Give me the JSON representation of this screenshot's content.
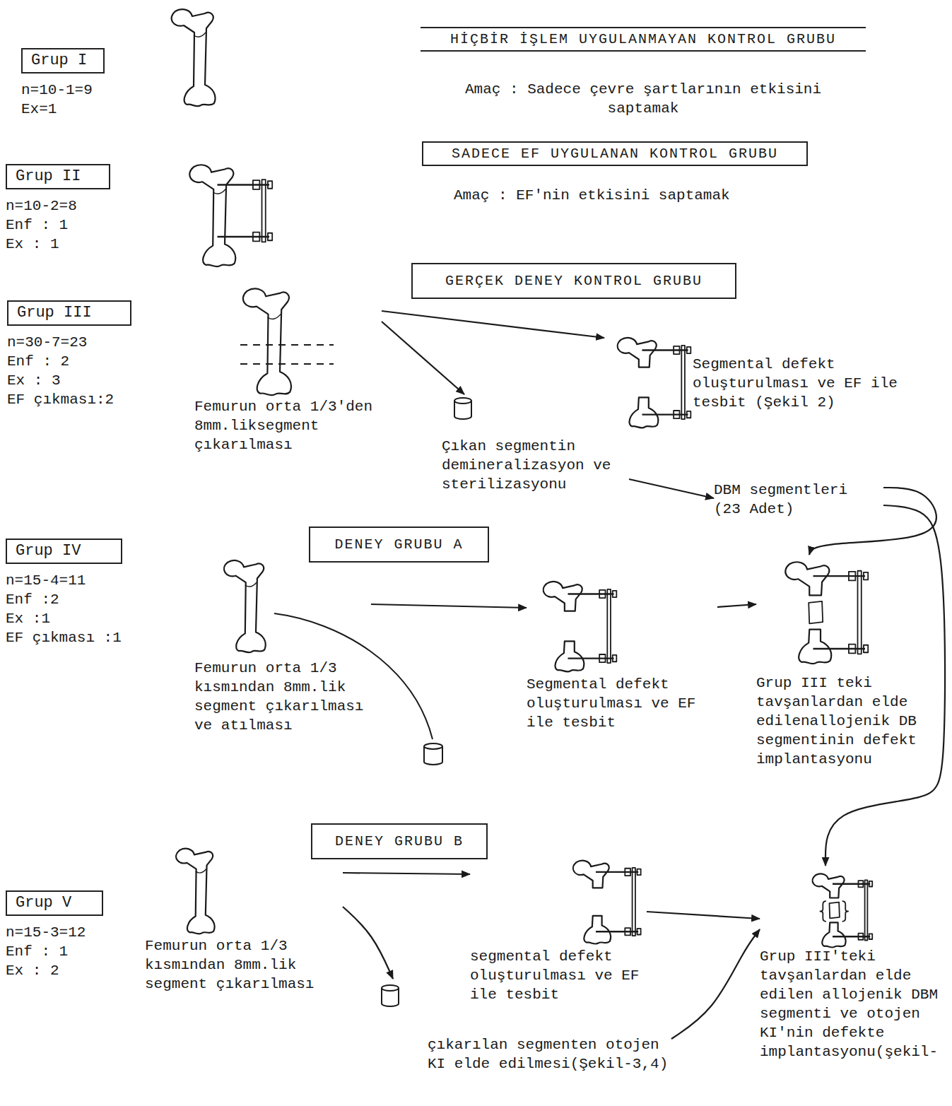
{
  "diagram": {
    "nodes": [
      {
        "text": [
          "Grup I",
          "n=10-1=9",
          "Ex=1"
        ]
      },
      {
        "text": [
          "HİÇBİR İŞLEM UYGULANMAYAN KONTROL GRUBU",
          "Amaç : Sadece çevre şartlarının etkisini saptamak"
        ]
      },
      {
        "text": [
          "Grup II",
          "n=10-2=8",
          "Enf : 1",
          "Ex : 1"
        ]
      },
      {
        "text": [
          "SADECE EF UYGULANAN KONTROL GRUBU",
          "Amaç : EF'nin etkisini saptamak"
        ]
      },
      {
        "text": [
          "GERÇEK DENEY KONTROL GRUBU"
        ]
      },
      {
        "text": [
          "Grup III",
          "n=30-7=23",
          "Enf : 2",
          "Ex : 3",
          "EF çıkması:2"
        ]
      },
      {
        "text": [
          "Femurun orta 1/3'den 8mm.liksegment çıkarılması"
        ]
      },
      {
        "text": [
          "Segmental defekt oluşturulması ve EF ile tesbit (Şekil 2)"
        ]
      },
      {
        "text": [
          "Çıkan segmentin demineralizasyon ve sterilizasyonu"
        ]
      },
      {
        "text": [
          "DBM segmentleri",
          "(23 Adet)"
        ]
      },
      {
        "text": [
          "DENEY GRUBU A"
        ]
      },
      {
        "text": [
          "Grup IV",
          "n=15-4=11",
          "Enf :2",
          "Ex :1",
          "EF çıkması :1"
        ]
      },
      {
        "text": [
          "Femurun orta 1/3 kısmından 8mm.lik segment çıkarılması ve atılması"
        ]
      },
      {
        "text": [
          "Segmental defekt oluşturulması ve EF ile tesbit"
        ]
      },
      {
        "text": [
          "Grup III teki tavşanlardan elde edilenallojenik DB segmentinin defekt implantasyonu"
        ]
      },
      {
        "text": [
          "DENEY GRUBU B"
        ]
      },
      {
        "text": [
          "Grup V",
          "n=15-3=12",
          "Enf : 1",
          "Ex : 2"
        ]
      },
      {
        "text": [
          "Femurun orta 1/3 kısmından 8mm.lik segment çıkarılması"
        ]
      },
      {
        "text": [
          "segmental defekt oluşturulması ve EF ile tesbit"
        ]
      },
      {
        "text": [
          "çıkarılan segmenten otojen KI elde edilmesi(Şekil-3,4)"
        ]
      },
      {
        "text": [
          "Grup III'teki tavşanlardan elde edilen allojenik DBM segmenti ve otojen KI'nin defekte implantasyonu(şekil-"
        ]
      }
    ],
    "edges": [
      {
        "from": 6,
        "to": 7,
        "arrow": "to"
      },
      {
        "from": 6,
        "to": 8,
        "arrow": "to"
      },
      {
        "from": 8,
        "to": 9,
        "arrow": "to"
      },
      {
        "from": 9,
        "to": 14,
        "arrow": "to"
      },
      {
        "from": 9,
        "to": 20,
        "arrow": "to"
      },
      {
        "from": 12,
        "to": 13,
        "arrow": "to"
      },
      {
        "from": 13,
        "to": 14,
        "arrow": "to"
      },
      {
        "from": 17,
        "to": 18,
        "arrow": "to"
      },
      {
        "from": 17,
        "to": 19,
        "arrow": "to"
      },
      {
        "from": 18,
        "to": 20,
        "arrow": "to"
      },
      {
        "from": 19,
        "to": 20,
        "arrow": "to"
      }
    ]
  }
}
